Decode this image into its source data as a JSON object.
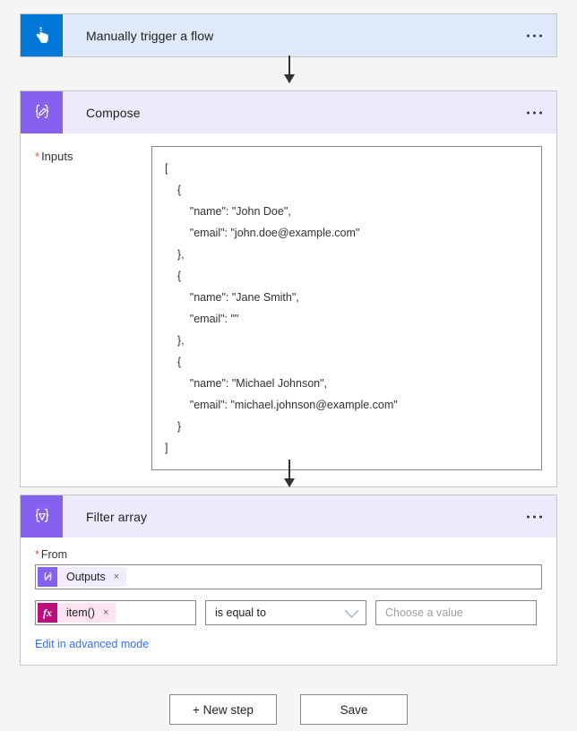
{
  "trigger": {
    "title": "Manually trigger a flow",
    "icon": "hand-tap-icon",
    "menu_icon": "ellipsis-icon",
    "header_color": "#deeafa",
    "icon_color": "#0078d7"
  },
  "compose": {
    "title": "Compose",
    "icon": "braces-pencil-icon",
    "menu_icon": "ellipsis-icon",
    "header_color": "#eeeafc",
    "icon_color": "#8661ef",
    "inputs_label": "Inputs",
    "required_marker": "*",
    "inputs_value": "[\n    {\n        \"name\": \"John Doe\",\n        \"email\": \"john.doe@example.com\"\n    },\n    {\n        \"name\": \"Jane Smith\",\n        \"email\": \"\"\n    },\n    {\n        \"name\": \"Michael Johnson\",\n        \"email\": \"michael.johnson@example.com\"\n    }\n]"
  },
  "filter": {
    "title": "Filter array",
    "icon": "braces-funnel-icon",
    "menu_icon": "ellipsis-icon",
    "header_color": "#eeeafc",
    "icon_color": "#8661ef",
    "from_label": "From",
    "required_marker": "*",
    "from_token": {
      "label": "Outputs",
      "icon": "braces-pencil-icon",
      "remove_icon": "close-icon",
      "remove_label": "×",
      "icon_color": "#8661ef",
      "chip_color": "#f1ecfd"
    },
    "condition_token": {
      "label": "item()",
      "icon": "function-fx-icon",
      "icon_label": "fx",
      "remove_icon": "close-icon",
      "remove_label": "×",
      "icon_color": "#ba0f7d",
      "chip_color": "#fbe3f2"
    },
    "operator": {
      "selected": "is equal to",
      "chevron_icon": "chevron-down-icon"
    },
    "value_placeholder": "Choose a value",
    "advanced_link": "Edit in advanced mode",
    "link_color": "#3a6ff7"
  },
  "footer": {
    "new_step_label": "+ New step",
    "save_label": "Save"
  },
  "page": {
    "background": "#f5f5f5"
  }
}
